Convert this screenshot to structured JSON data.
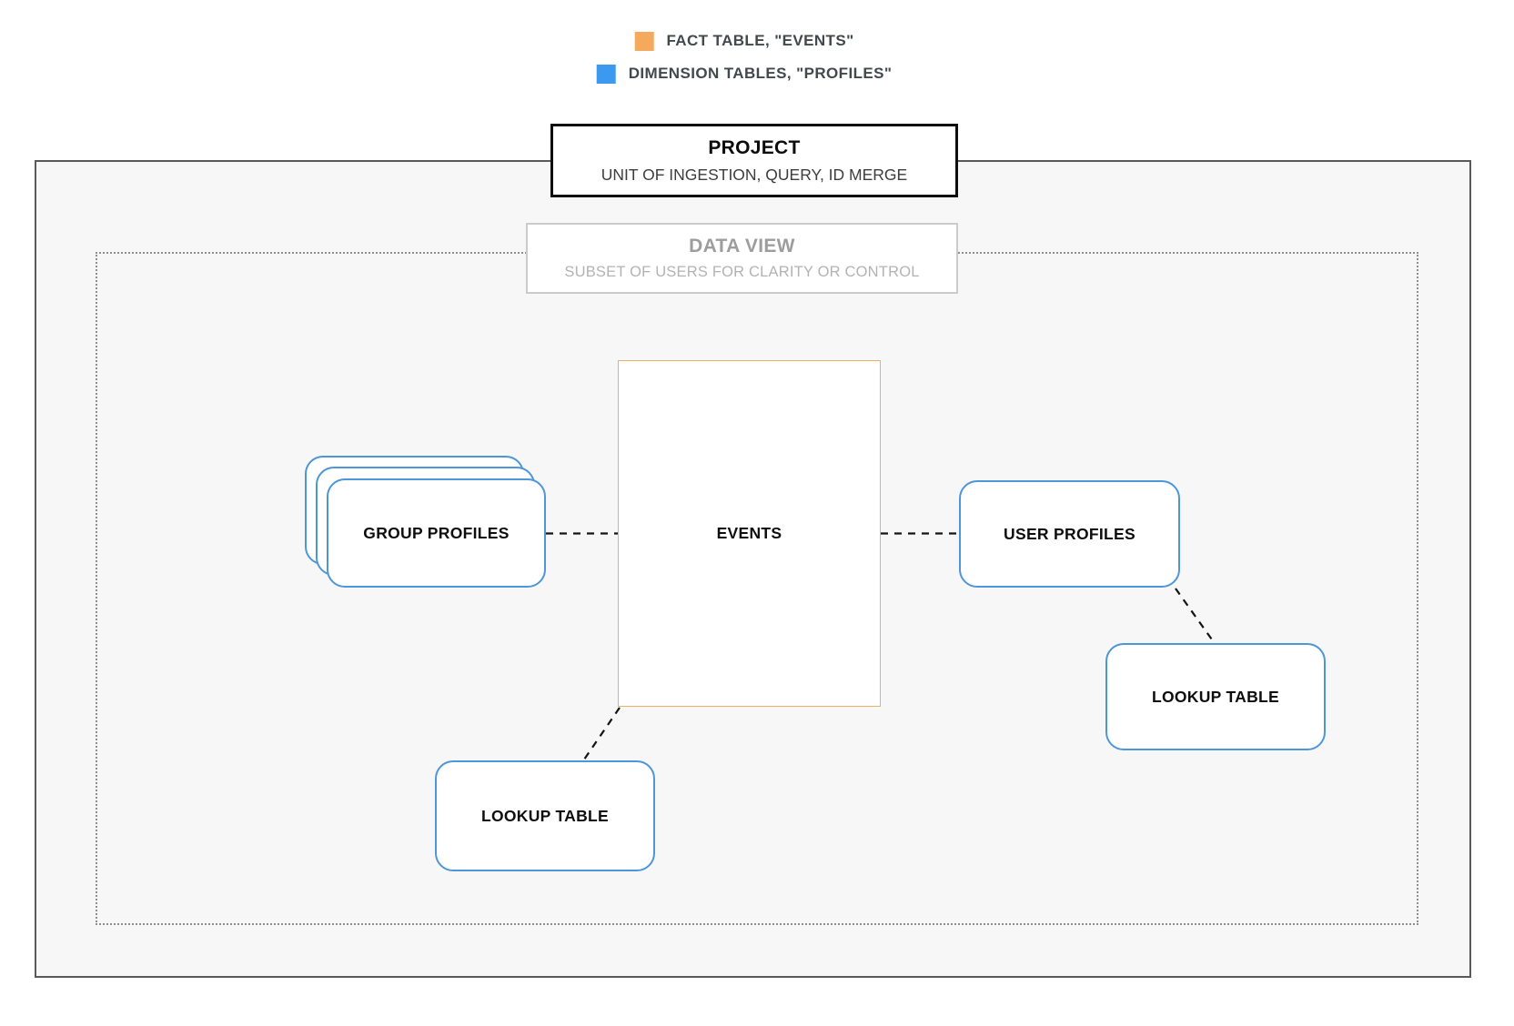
{
  "colors": {
    "fact_orange": "#f5a95c",
    "dimension_blue": "#3b99f0",
    "node_border_blue": "#4e96d8",
    "fact_border_orange": "#eab068",
    "project_border": "#0f0f0f",
    "outer_boundary_gray": "#58595b",
    "canvas_background": "#f7f7f8"
  },
  "legend": {
    "items": [
      {
        "label": "FACT TABLE, \"EVENTS\"",
        "color": "#f5a95c"
      },
      {
        "label": "DIMENSION TABLES, \"PROFILES\"",
        "color": "#3b99f0"
      }
    ]
  },
  "project": {
    "title": "PROJECT",
    "subtitle": "UNIT OF INGESTION, QUERY, ID MERGE"
  },
  "data_view": {
    "title": "DATA VIEW",
    "subtitle": "SUBSET OF USERS FOR CLARITY OR CONTROL"
  },
  "nodes": {
    "events": {
      "label": "EVENTS",
      "type": "fact"
    },
    "group_profiles": {
      "label": "GROUP PROFILES",
      "type": "dimension",
      "stacked": true
    },
    "user_profiles": {
      "label": "USER PROFILES",
      "type": "dimension"
    },
    "lookup_table_left": {
      "label": "LOOKUP TABLE",
      "type": "dimension"
    },
    "lookup_table_right": {
      "label": "LOOKUP TABLE",
      "type": "dimension"
    }
  },
  "edges": [
    {
      "from": "group_profiles",
      "to": "events",
      "style": "dashed"
    },
    {
      "from": "events",
      "to": "user_profiles",
      "style": "dashed"
    },
    {
      "from": "user_profiles",
      "to": "lookup_table_right",
      "style": "dashed"
    },
    {
      "from": "events",
      "to": "lookup_table_left",
      "style": "dashed"
    }
  ]
}
